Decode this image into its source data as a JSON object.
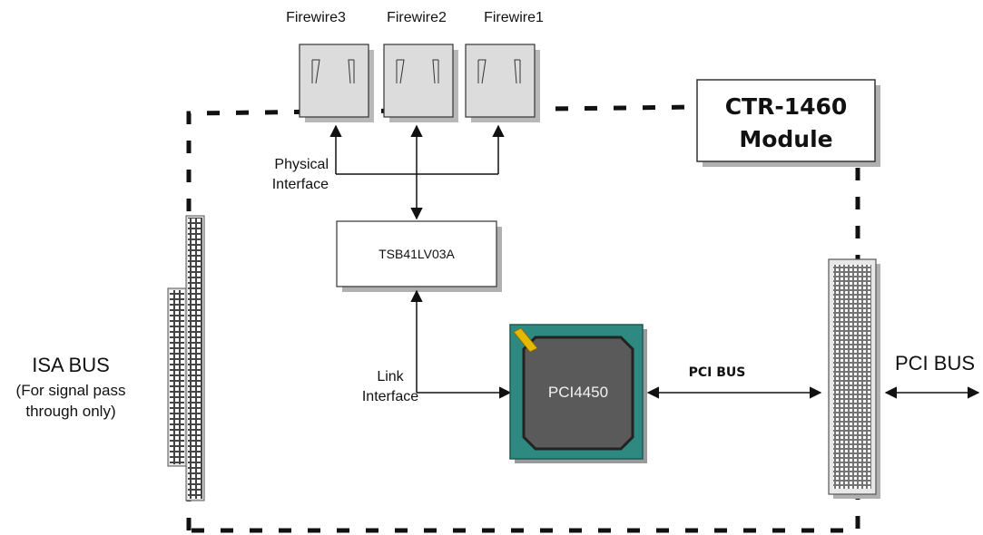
{
  "firewire_ports": [
    {
      "label": "Firewire3"
    },
    {
      "label": "Firewire2"
    },
    {
      "label": "Firewire1"
    }
  ],
  "module": {
    "line1": "CTR-1460",
    "line2": "Module"
  },
  "physical_interface": {
    "line1": "Physical",
    "line2": "Interface"
  },
  "phy_chip": {
    "label": "TSB41LV03A"
  },
  "link_interface": {
    "line1": "Link",
    "line2": "Interface"
  },
  "pci_chip": {
    "label": "PCI4450"
  },
  "internal_bus": {
    "label": "PCI BUS"
  },
  "external_bus": {
    "label": "PCI BUS"
  },
  "isa_bus": {
    "line1": "ISA BUS",
    "line2": "(For signal pass",
    "line3": "through only)"
  },
  "colors": {
    "line": "#111111",
    "port_fill": "#d9d9d9",
    "chip_board": "#2e8a80",
    "chip_body": "#5a5a5a",
    "chip_pin1": "#e6b800",
    "box_fill": "#ffffff",
    "shadow": "#b0b0b0"
  }
}
